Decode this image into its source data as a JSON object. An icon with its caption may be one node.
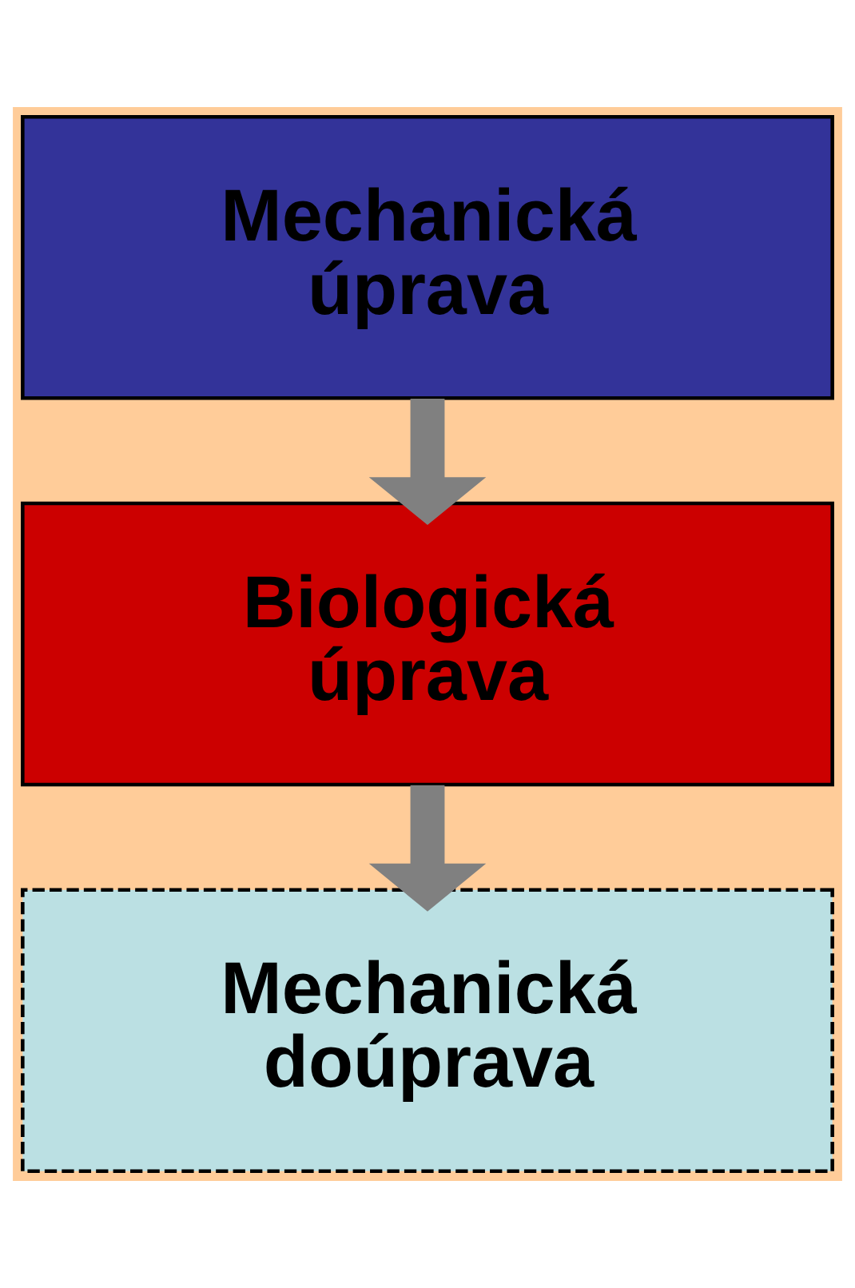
{
  "diagram": {
    "nodes": [
      {
        "text": [
          "Mechanická úprava"
        ]
      },
      {
        "text": [
          "Biologická úprava"
        ]
      },
      {
        "text": [
          "Mechanická doúprava"
        ]
      }
    ],
    "edges": [
      {
        "from": 0,
        "to": 1,
        "arrow": "to"
      },
      {
        "from": 1,
        "to": 2,
        "arrow": "to"
      }
    ]
  }
}
